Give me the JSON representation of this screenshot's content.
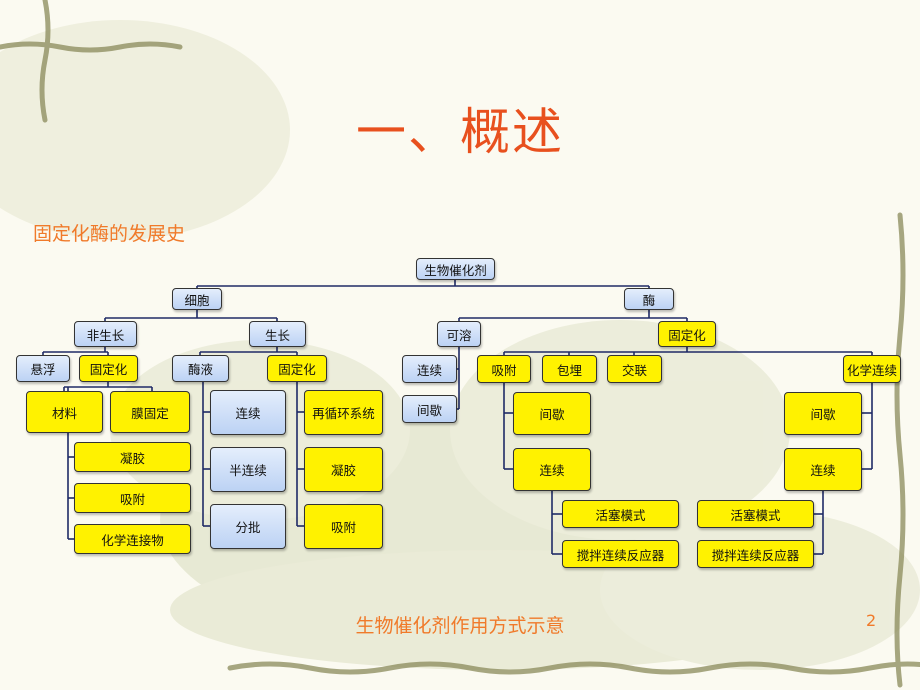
{
  "slide": {
    "title": "一、概述",
    "subtitle": "固定化酶的发展史",
    "caption": "生物催化剂作用方式示意",
    "page_number": "2"
  },
  "colors": {
    "title": "#e8501e",
    "text_accent": "#f07a2a",
    "node_blue": "#c8dcf6",
    "node_yellow": "#fff200",
    "connector": "#1f2a66"
  },
  "diagram": {
    "root": "生物催化剂",
    "cell": "细胞",
    "enzyme": "酶",
    "non_growing": "非生长",
    "growing": "生长",
    "soluble": "可溶",
    "enzyme_immobilized": "固定化",
    "suspended": "悬浮",
    "nongrow_immobilized": "固定化",
    "material": "材料",
    "membrane_immobilized": "膜固定",
    "gel_1": "凝胶",
    "adsorption_1": "吸附",
    "chem_linked": "化学连接物",
    "broth": "酶液",
    "grow_immobilized": "固定化",
    "continuous_1": "连续",
    "semi_continuous": "半连续",
    "batch": "分批",
    "recycle": "再循环系统",
    "gel_2": "凝胶",
    "adsorption_2": "吸附",
    "soluble_continuous": "连续",
    "soluble_intermittent": "间歇",
    "adsorption_3": "吸附",
    "embedding": "包埋",
    "crosslinking": "交联",
    "chem_continuous": "化学连续",
    "ads_intermittent": "间歇",
    "ads_continuous": "连续",
    "piston_mode_1": "活塞模式",
    "stirred_reactor_1": "搅拌连续反应器",
    "chem_intermittent": "间歇",
    "chem_cont": "连续",
    "piston_mode_2": "活塞模式",
    "stirred_reactor_2": "搅拌连续反应器"
  }
}
